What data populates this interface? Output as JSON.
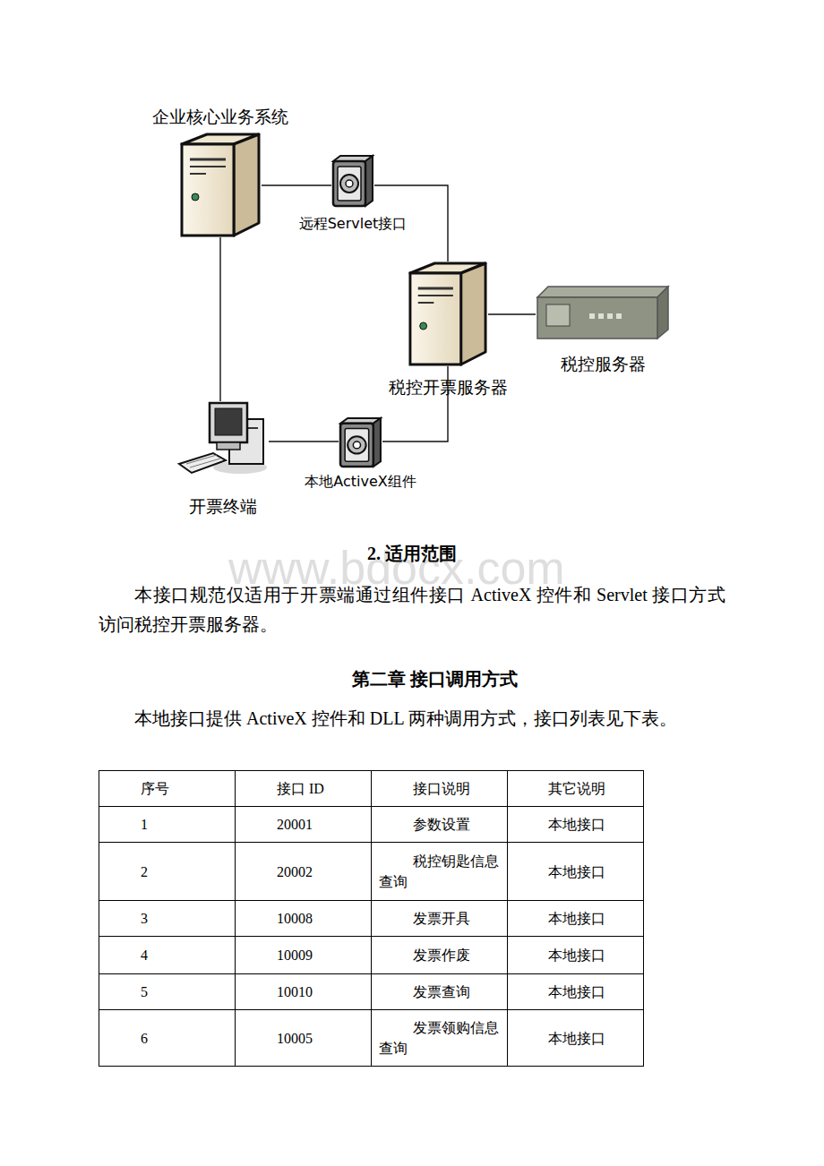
{
  "diagram": {
    "nodes": [
      {
        "text": [
          "企业核心业务系统"
        ]
      },
      {
        "text": [
          "远程Servlet接口"
        ]
      },
      {
        "text": [
          "税控开票服务器"
        ]
      },
      {
        "text": [
          "税控服务器"
        ]
      },
      {
        "text": [
          "本地ActiveX组件"
        ]
      },
      {
        "text": [
          "开票终端"
        ]
      }
    ],
    "edges": [
      {
        "from": 0,
        "to": 1,
        "arrow": "none"
      },
      {
        "from": 1,
        "to": 2,
        "arrow": "none"
      },
      {
        "from": 2,
        "to": 3,
        "arrow": "none"
      },
      {
        "from": 0,
        "to": 5,
        "arrow": "none"
      },
      {
        "from": 5,
        "to": 4,
        "arrow": "none"
      },
      {
        "from": 4,
        "to": 2,
        "arrow": "none"
      }
    ],
    "labels": [
      "2. 适用范围",
      "本接口规范仅适用于开票端通过组件接口 ActiveX 控件和 Servlet 接口方式访问税控开票服务器。",
      "第二章 接口调用方式",
      "本地接口提供 ActiveX 控件和 DLL 两种调用方式，接口列表见下表。",
      "序号",
      "接口 ID",
      "接口说明",
      "其它说明",
      "1",
      "20001",
      "参数设置",
      "本地接口",
      "2",
      "20002",
      "税控钥匙信息查询",
      "本地接口",
      "3",
      "10008",
      "发票开具",
      "本地接口",
      "4",
      "10009",
      "发票作废",
      "本地接口",
      "5",
      "10010",
      "发票查询",
      "本地接口",
      "6",
      "10005",
      "发票领购信息查询",
      "本地接口",
      "www.bdocx.com"
    ]
  }
}
